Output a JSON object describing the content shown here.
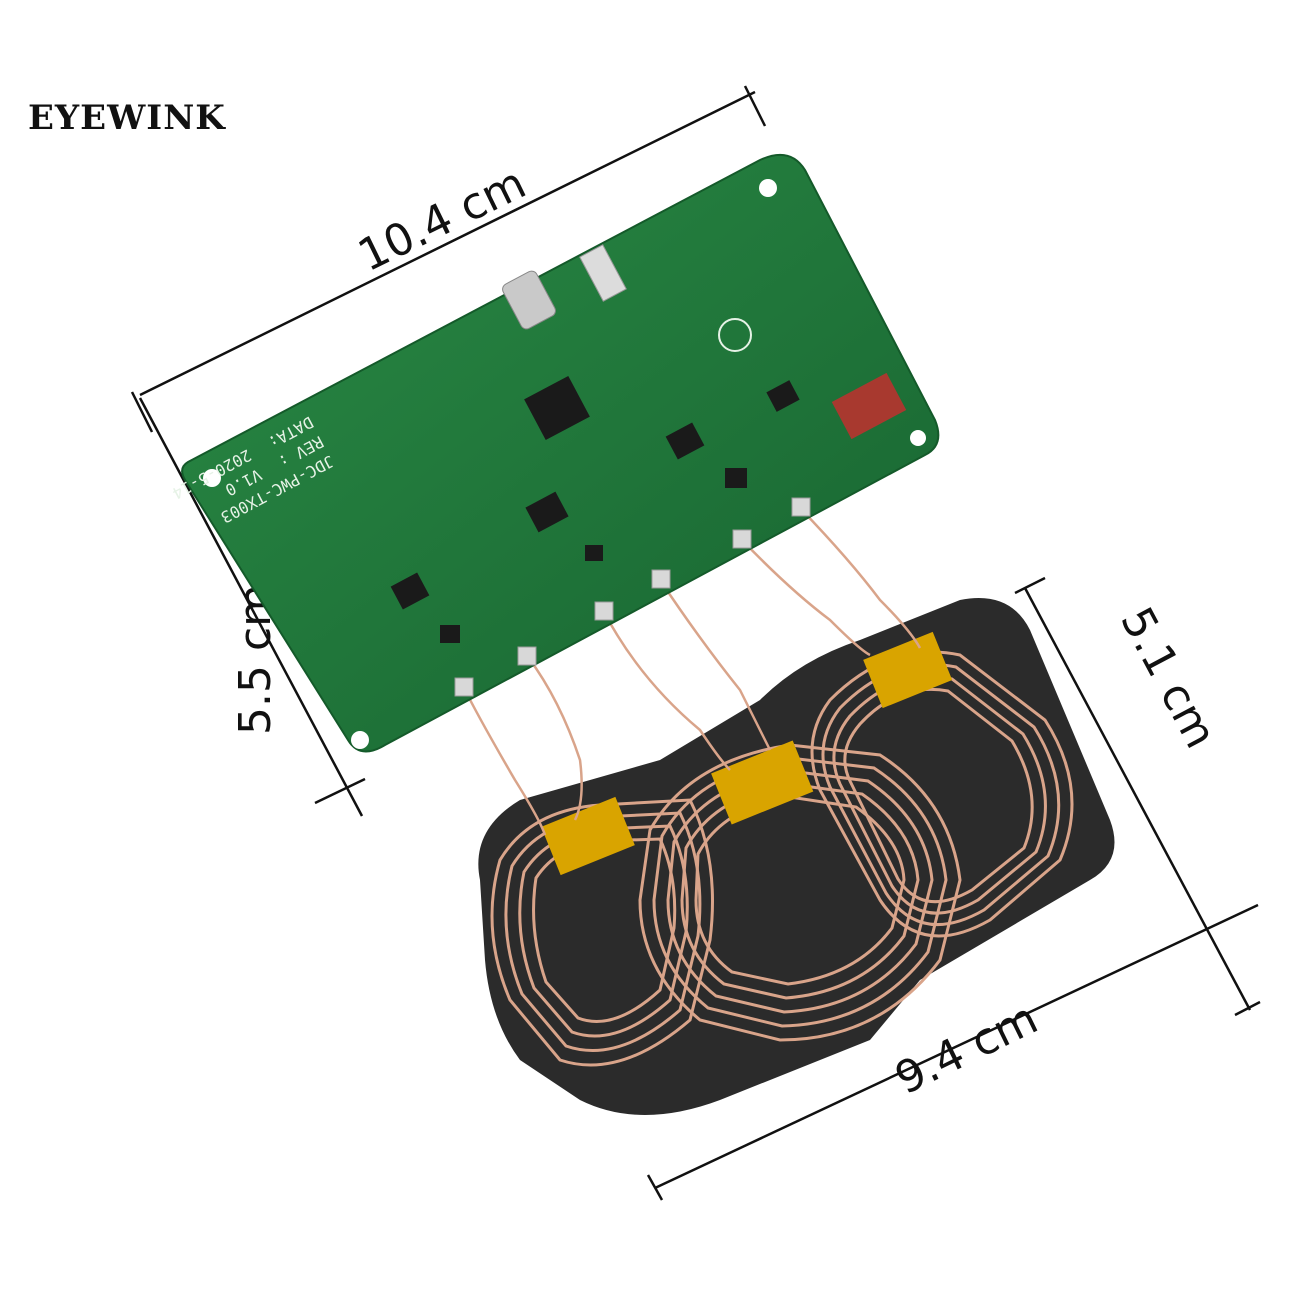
{
  "brand": "EYEWINK",
  "dimensions": {
    "pcb_length": "10.4 cm",
    "pcb_width": "5.5 cm",
    "coil_width": "5.1 cm",
    "coil_length": "9.4 cm"
  },
  "silkscreen": {
    "model": "JDC-PWC-TX003",
    "rev_label": "REV :",
    "rev_value": "V1.0",
    "data_label": "DATA:",
    "data_value": "2020-5-14"
  },
  "colors": {
    "pcb": "#1f7a3a",
    "coil_wire": "#d9a48a",
    "ferrite": "#2b2b2b",
    "tape": "#d9a400",
    "capacitor": "#a8392f"
  }
}
